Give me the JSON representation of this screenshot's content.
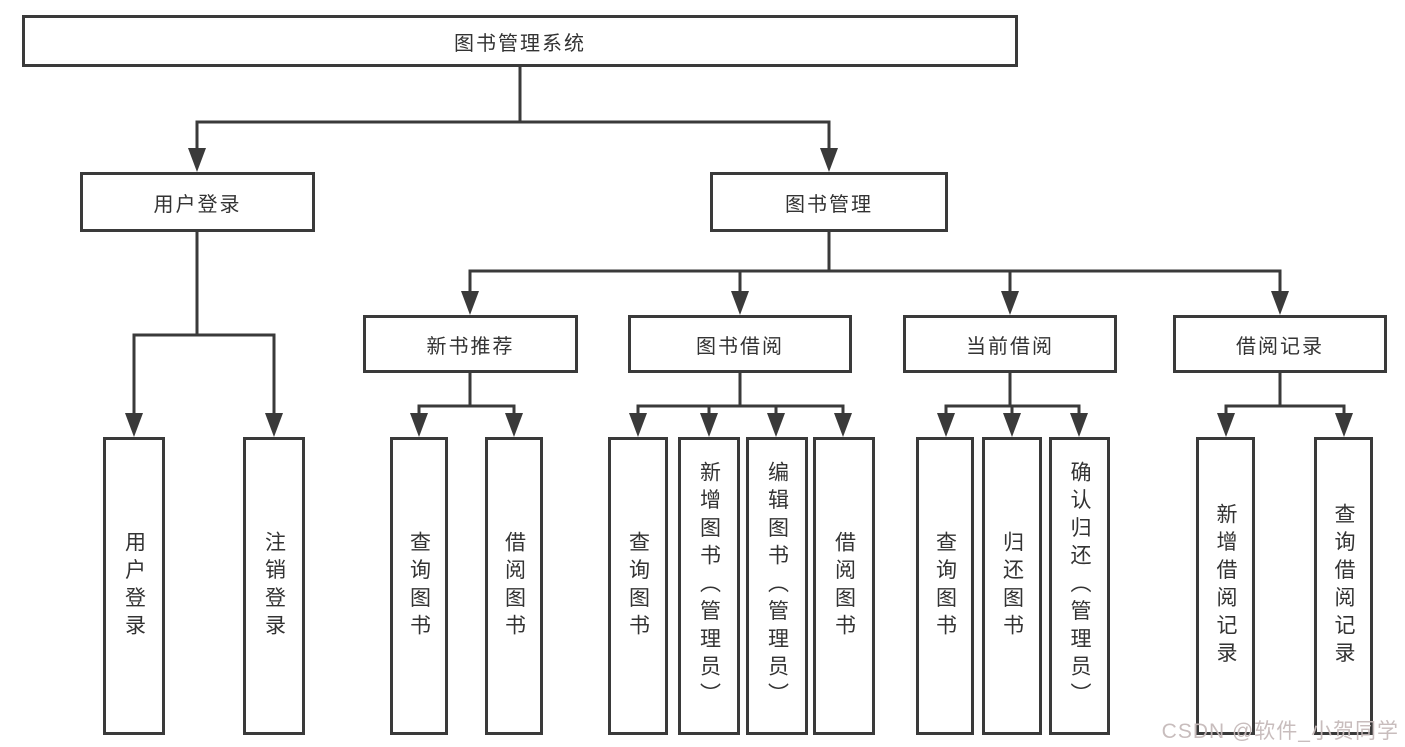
{
  "diagram_type": "function-structure-tree",
  "nodes": {
    "root": "图书管理系统",
    "user_login": "用户登录",
    "book_mgmt": "图书管理",
    "new_book_rec": "新书推荐",
    "book_borrow": "图书借阅",
    "current_borrow": "当前借阅",
    "borrow_record": "借阅记录",
    "ul_user_login": "用户登录",
    "ul_logout": "注销登录",
    "nb_query_book": "查询图书",
    "nb_borrow_book": "借阅图书",
    "bb_query_book": "查询图书",
    "bb_add_book": "新增图书（管理员）",
    "bb_edit_book": "编辑图书（管理员）",
    "bb_borrow_book": "借阅图书",
    "cb_query_book": "查询图书",
    "cb_return_book": "归还图书",
    "cb_confirm_return": "确认归还（管理员）",
    "br_add_record": "新增借阅记录",
    "br_query_record": "查询借阅记录"
  },
  "tree": {
    "图书管理系统": {
      "用户登录": [
        "用户登录",
        "注销登录"
      ],
      "图书管理": {
        "新书推荐": [
          "查询图书",
          "借阅图书"
        ],
        "图书借阅": [
          "查询图书",
          "新增图书（管理员）",
          "编辑图书（管理员）",
          "借阅图书"
        ],
        "当前借阅": [
          "查询图书",
          "归还图书",
          "确认归还（管理员）"
        ],
        "借阅记录": [
          "新增借阅记录",
          "查询借阅记录"
        ]
      }
    }
  },
  "watermark": "CSDN @软件_小贺同学",
  "colors": {
    "line": "#3a3a3a",
    "box_border": "#3a3a3a",
    "text": "#333333",
    "background": "#ffffff",
    "watermark": "#c5b9b9"
  }
}
